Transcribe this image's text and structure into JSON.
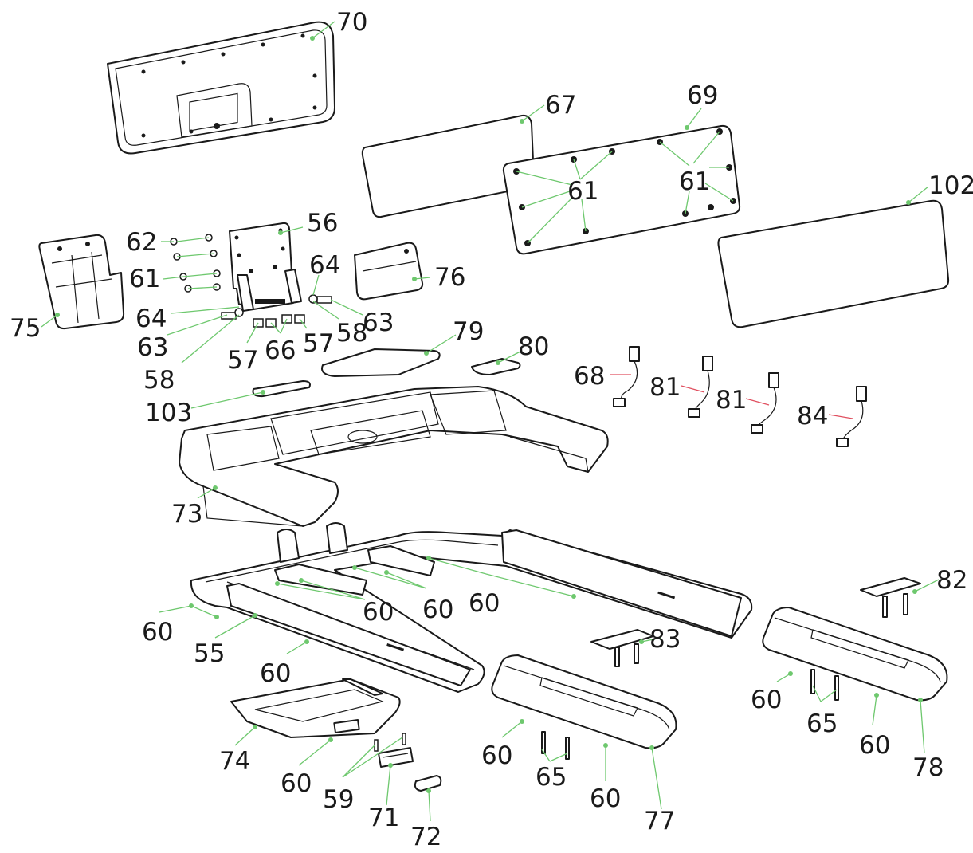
{
  "colors": {
    "leader": "#6ec86e",
    "cable_leader": "#e05060",
    "outline": "#1a1a1a",
    "background": "#ffffff"
  },
  "labels": {
    "p70": "70",
    "p67": "67",
    "p69": "69",
    "p61a": "61",
    "p61b": "61",
    "p102": "102",
    "p62": "62",
    "p56": "56",
    "p61c": "61",
    "p64a": "64",
    "p76": "76",
    "p75": "75",
    "p64b": "64",
    "p63a": "63",
    "p63b": "63",
    "p58a": "58",
    "p57a": "57",
    "p66": "66",
    "p57b": "57",
    "p58b": "58",
    "p79": "79",
    "p80": "80",
    "p68": "68",
    "p81a": "81",
    "p81b": "81",
    "p84": "84",
    "p103": "103",
    "p73": "73",
    "p82": "82",
    "p60a": "60",
    "p60b": "60",
    "p60c": "60",
    "p60d": "60",
    "p55": "55",
    "p60e": "60",
    "p83": "83",
    "p60f": "60",
    "p65a": "65",
    "p60g": "60",
    "p78": "78",
    "p74": "74",
    "p60h": "60",
    "p59": "59",
    "p71": "71",
    "p72": "72",
    "p60i": "60",
    "p65b": "65",
    "p60j": "60",
    "p77": "77"
  }
}
